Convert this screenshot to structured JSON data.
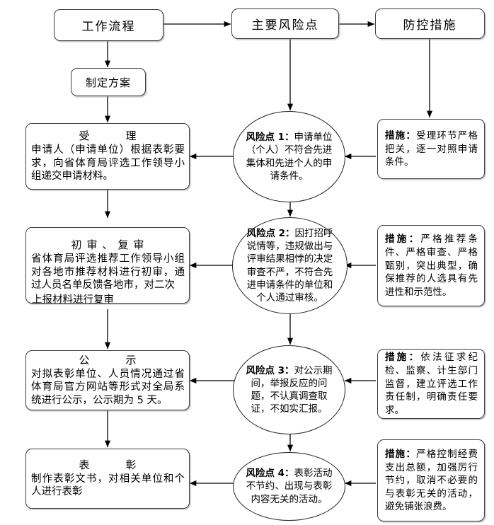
{
  "headers": {
    "workflow": "工作流程",
    "risk_points": "主要风险点",
    "measures": "防控措施"
  },
  "process": {
    "plan": "制定方案",
    "steps": [
      {
        "title": "受　　理",
        "body": "申请人（申请单位）根据表彰要求，向省体育局评选工作领导小组递交申请材料。"
      },
      {
        "title": "初审、复审",
        "body": "省体育局评选推荐工作领导小组对各地市推荐材料进行初审，通过人员名单反馈各地市，对二次",
        "overflow": "上报材料进行复审"
      },
      {
        "title": "公　　示",
        "body": "对拟表彰单位、人员情况通过省体育局官方网站等形式对全局系统进行公示，公示期为 5 天。"
      },
      {
        "title": "表　　彰",
        "body": "制作表彰文书，对相关单位和个人进行表彰"
      }
    ]
  },
  "risks": [
    {
      "label": "风险点 1：",
      "text": "申请单位（个人）不符合先进集体和先进个人的申请条件。"
    },
    {
      "label": "风险点 2：",
      "text": "因打招呼说情等，违规做出与评审结果相悖的决定审查不严，不符合先进申请条件的单位和个人通过审核。"
    },
    {
      "label": "风险点 3：",
      "text": "对公示期间，举报反应的问题，不认真调查取证，不如实汇报。"
    },
    {
      "label": "风险点 4：",
      "text": "表彰活动不节约、出现与表彰内容无关的活动。"
    }
  ],
  "measures": [
    {
      "label": "措施：",
      "text": "受理环节严格把关，逐一对照申请条件。"
    },
    {
      "label": "措施：",
      "text": "严格推荐条件、严格审查、严格甄别，突出典型，确保推荐的人选具有先进性和示范性。"
    },
    {
      "label": "措施：",
      "text": "依法征求纪检、监察、计生部门监督，建立评选工作责任制，明确责任要求。"
    },
    {
      "label": "措施：",
      "text": "严格控制经费支出总额，加强厉行节约，取消不必要的与表彰无关的活动，避免铺张浪费。"
    }
  ],
  "colors": {
    "stroke": "#3c3c3c",
    "ellipse_stroke": "#222222",
    "background": "#ffffff",
    "text": "#000000"
  }
}
